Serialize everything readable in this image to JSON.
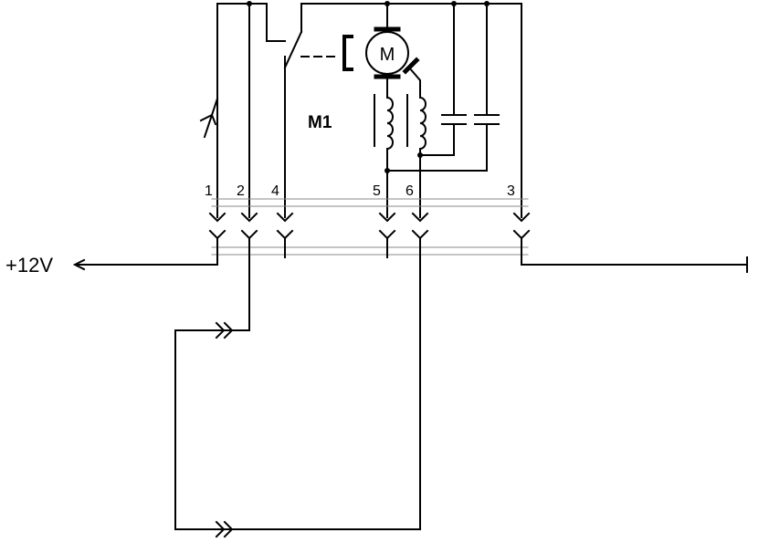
{
  "diagram": {
    "component_label": "M1",
    "motor_symbol_letter": "M",
    "supply_label": "+12V",
    "pin_labels": [
      "1",
      "2",
      "4",
      "5",
      "6",
      "3"
    ],
    "colors": {
      "line": "#000000",
      "connector_line": "#888888",
      "background": "#ffffff"
    }
  }
}
